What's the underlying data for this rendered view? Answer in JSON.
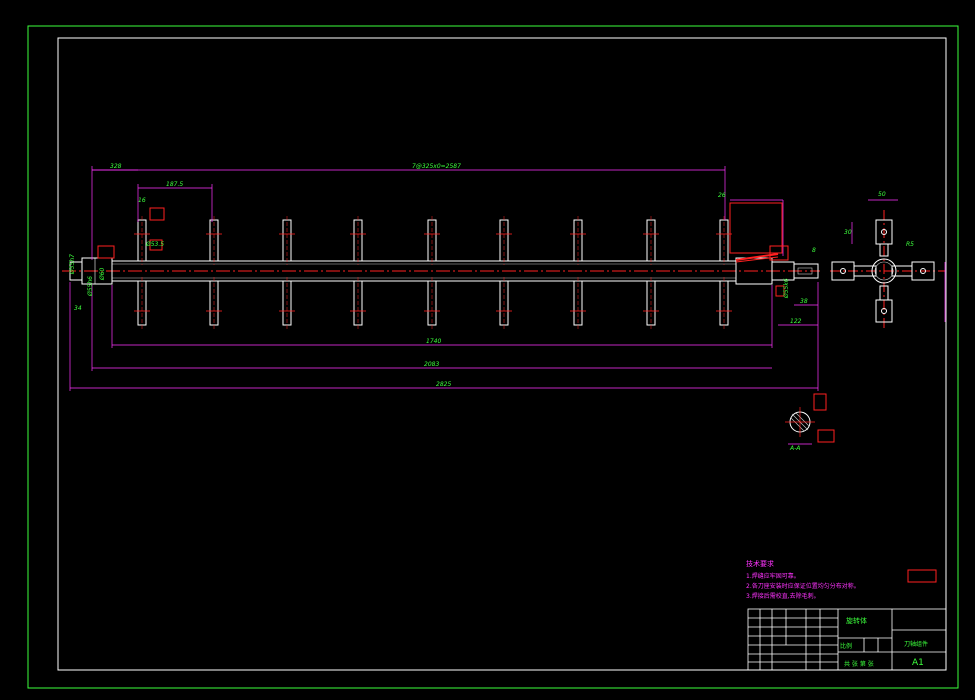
{
  "dimensions": {
    "top_spacing": "7@325x0=2587",
    "left_offset": "328",
    "first_blade": "187.5",
    "blade_width": "16",
    "shaft_dia": "Ø53.5",
    "right_gap": "26",
    "bore": "Ø60",
    "shaft_len": "1740",
    "mid_len": "2083",
    "total_len": "2825",
    "right_len": "122",
    "step_len": "38",
    "hub_w": "50",
    "hub_h": "30",
    "hub_r": "R5",
    "key_w": "8",
    "left_dia_a": "Ø55h7",
    "left_dia_b": "Ø55h6",
    "left_len": "34",
    "right_dia": "Ø55k6",
    "section_label": "A-A"
  },
  "notes": {
    "title": "技术要求",
    "line1": "1.焊缝应牢固可靠。",
    "line2": "2.各刀座安装时应保证位置均匀分布对称。",
    "line3": "3.焊接后需校直,去除毛刺。"
  },
  "title_block": {
    "part_name": "旋转体",
    "drawing_name": "刀轴组件",
    "sheet_size": "A1",
    "scale_label": "比例",
    "company": "共 张 第 张"
  }
}
